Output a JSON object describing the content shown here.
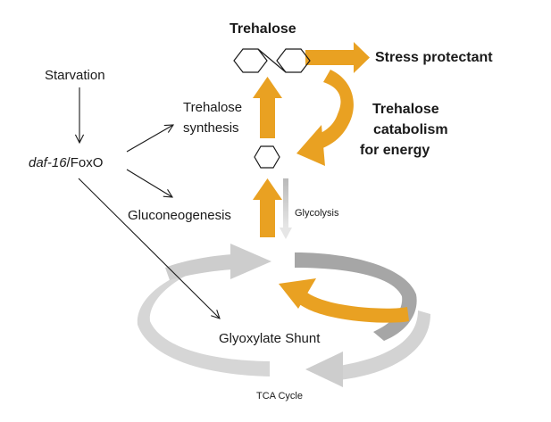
{
  "labels": {
    "trehalose": "Trehalose",
    "stress_protectant": "Stress protectant",
    "trehalose_catabolism_line1": "Trehalose",
    "trehalose_catabolism_line2": "catabolism",
    "trehalose_catabolism_line3": "for energy",
    "starvation": "Starvation",
    "trehalose_synthesis_line1": "Trehalose",
    "trehalose_synthesis_line2": "synthesis",
    "daf16_gene": "daf-16",
    "daf16_suffix": "/FoxO",
    "gluconeogenesis": "Gluconeogenesis",
    "glycolysis": "Glycolysis",
    "glyoxylate_shunt": "Glyoxylate Shunt",
    "tca_cycle": "TCA Cycle"
  },
  "colors": {
    "orange": "#E9A122",
    "light_gray": "#CDCDCD",
    "dark_gray": "#A6A6A6",
    "line": "#1a1a1a"
  }
}
